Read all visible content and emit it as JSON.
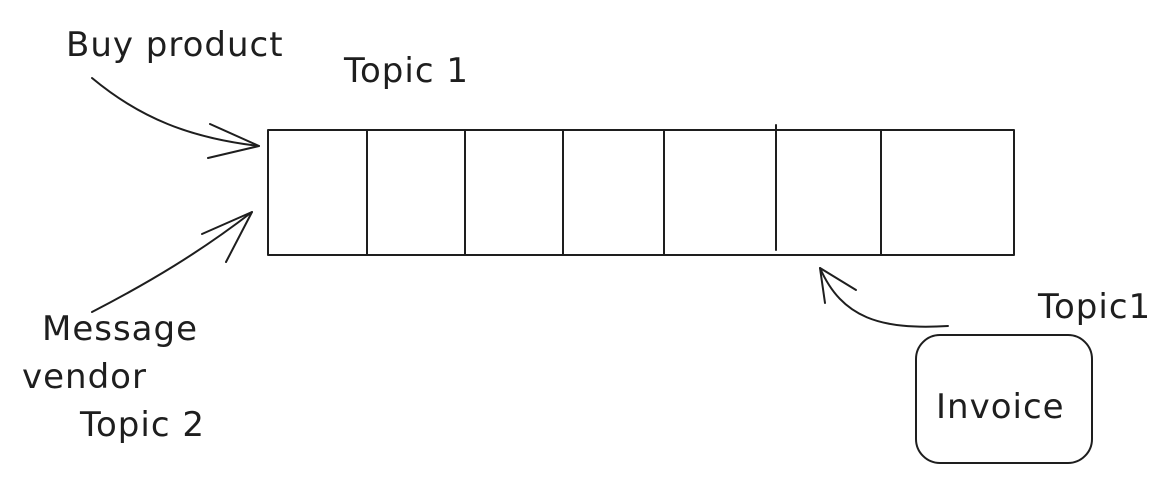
{
  "labels": {
    "buy_product": "Buy product",
    "topic1_top": "Topic 1",
    "message_vendor_line1": "Message",
    "message_vendor_line2": "vendor",
    "topic2": "Topic 2",
    "topic1_right": "Topic1",
    "invoice": "Invoice"
  },
  "queue": {
    "cell_count": 7
  },
  "colors": {
    "ink": "#1e1e1e",
    "background": "#ffffff"
  }
}
